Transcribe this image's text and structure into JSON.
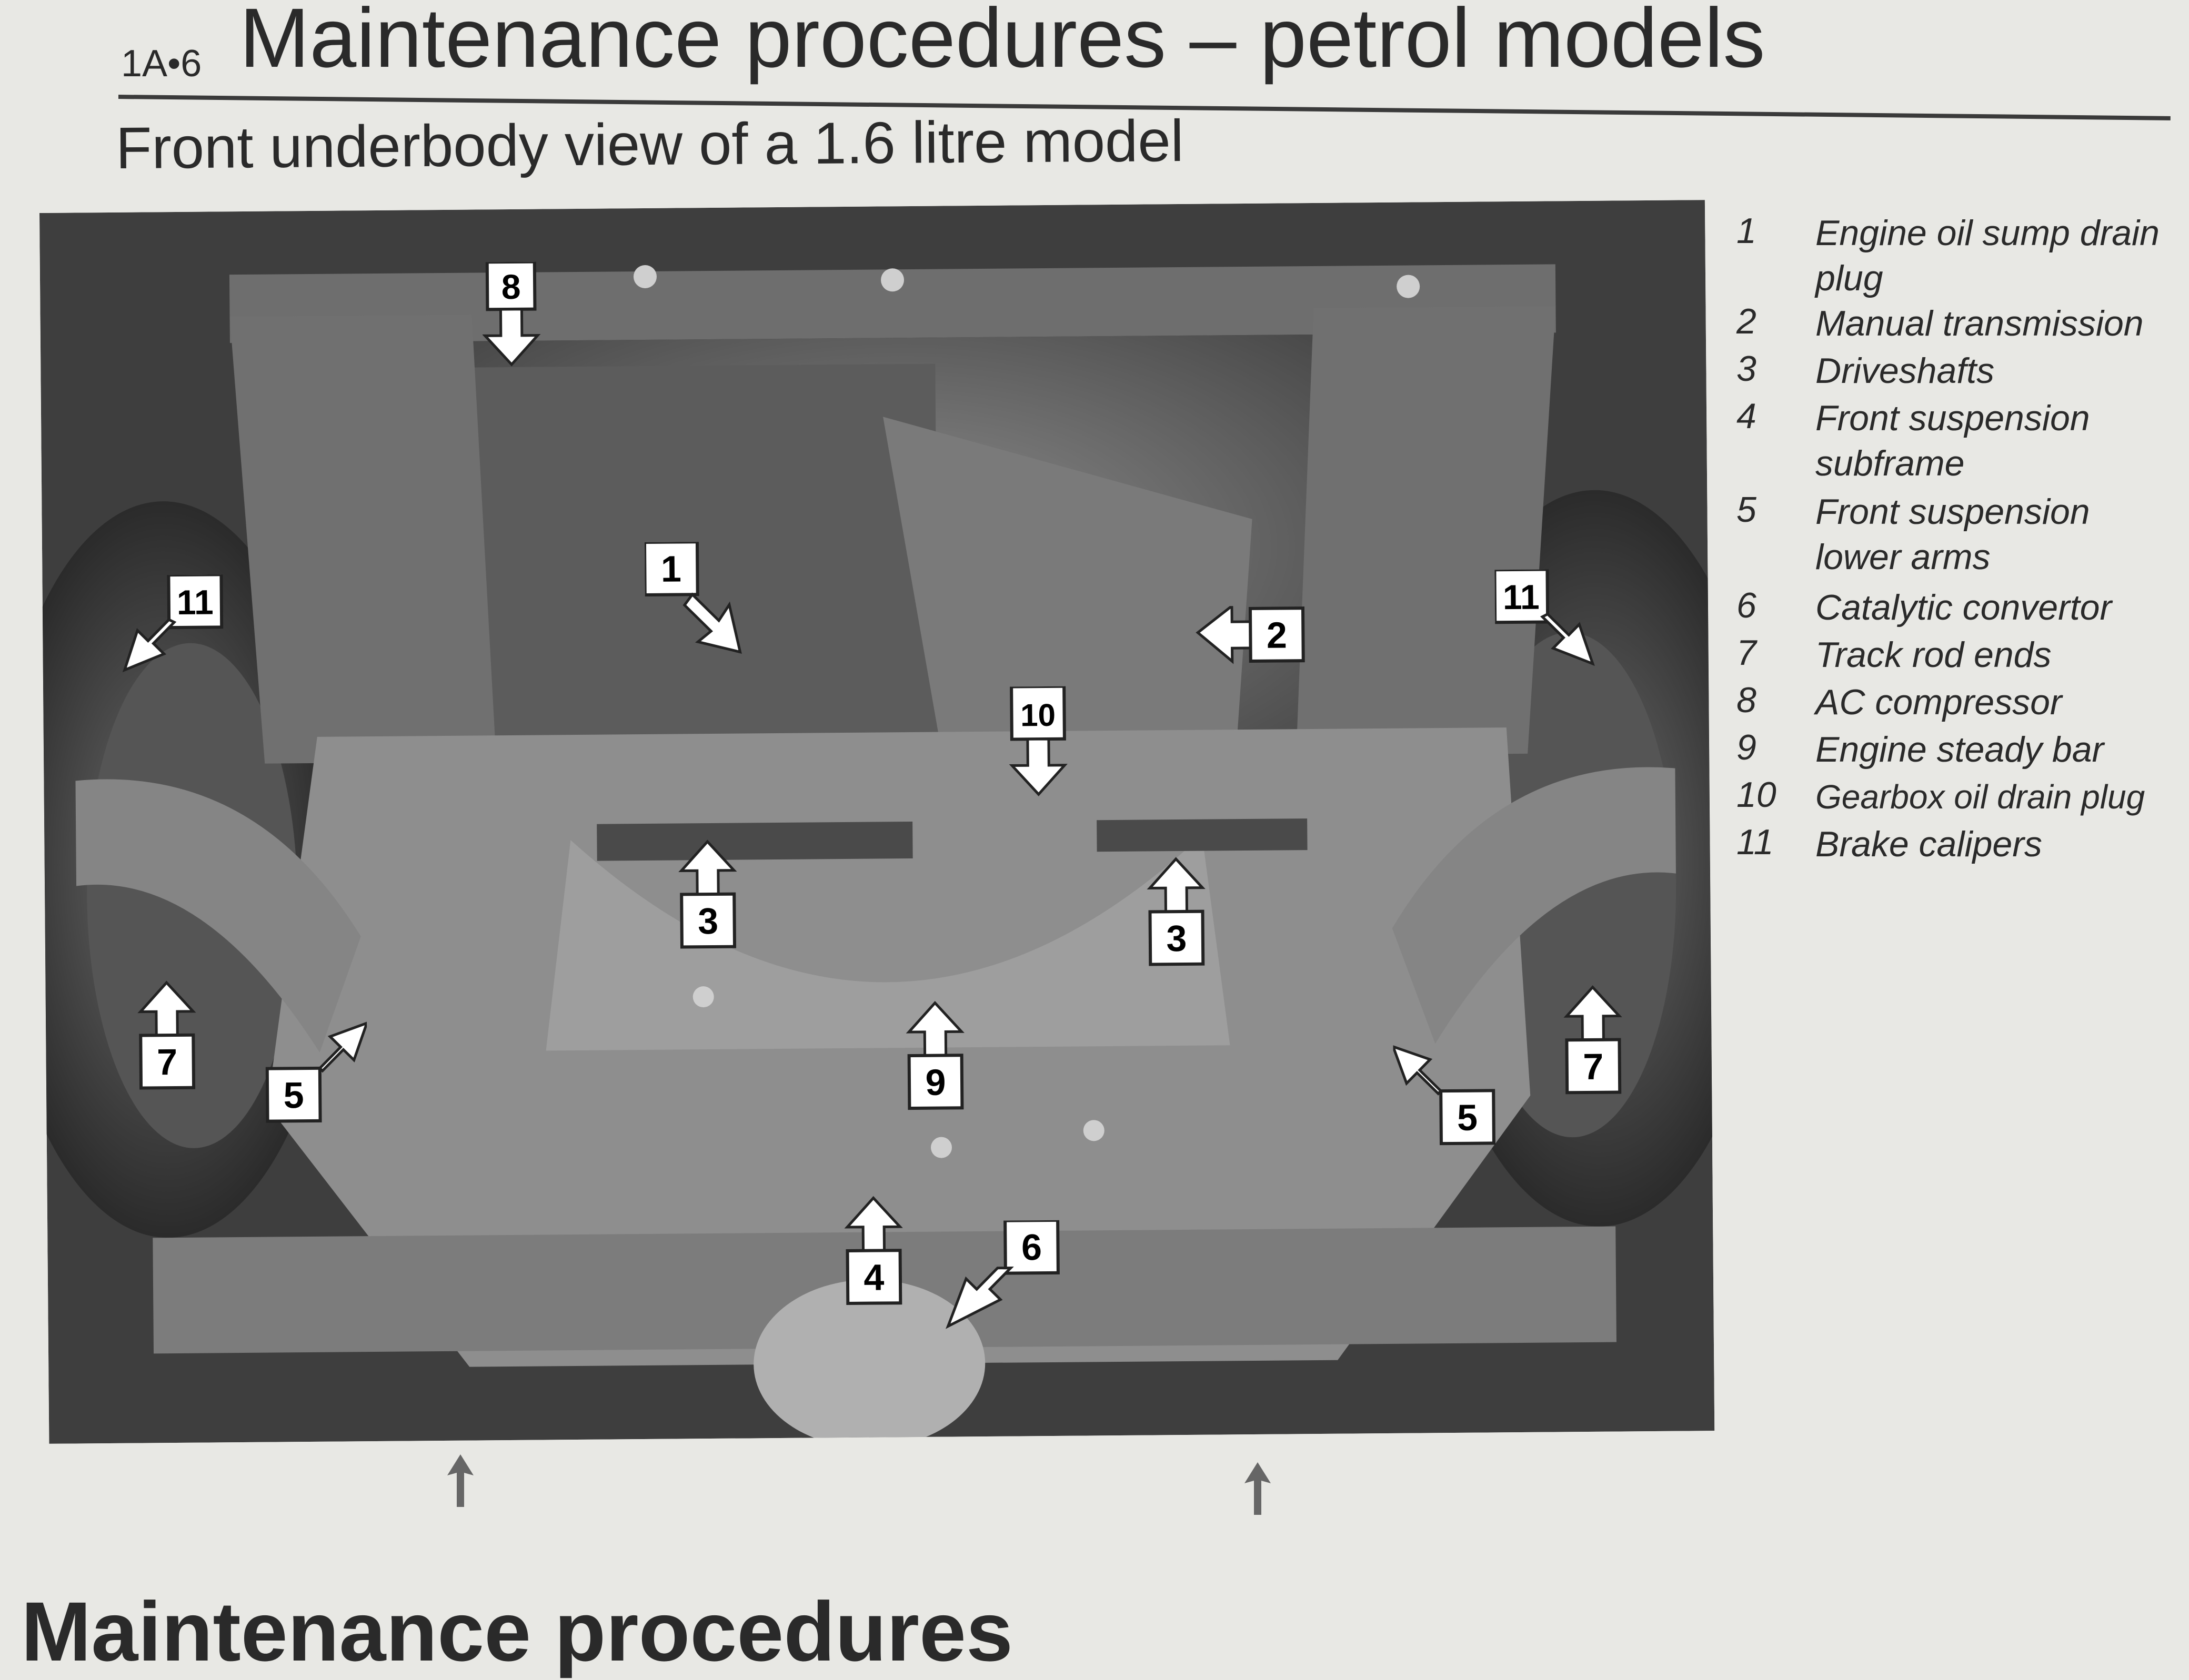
{
  "header": {
    "page_number": "1A•6",
    "section_title": "Maintenance procedures – petrol models"
  },
  "figure": {
    "title": "Front underbody view of a 1.6 litre model",
    "callouts": [
      "8",
      "1",
      "11",
      "2",
      "11",
      "10",
      "3",
      "3",
      "7",
      "5",
      "9",
      "5",
      "7",
      "4",
      "6"
    ]
  },
  "legend": [
    {
      "num": "1",
      "text": "Engine oil sump drain plug"
    },
    {
      "num": "2",
      "text": "Manual transmission"
    },
    {
      "num": "3",
      "text": "Driveshafts"
    },
    {
      "num": "4",
      "text": "Front suspension subframe"
    },
    {
      "num": "5",
      "text": "Front suspension lower arms"
    },
    {
      "num": "6",
      "text": "Catalytic convertor"
    },
    {
      "num": "7",
      "text": "Track rod ends"
    },
    {
      "num": "8",
      "text": "AC compressor"
    },
    {
      "num": "9",
      "text": "Engine steady bar"
    },
    {
      "num": "10",
      "text": "Gearbox oil drain plug"
    },
    {
      "num": "11",
      "text": "Brake calipers"
    }
  ],
  "footer": {
    "heading_partial": "Maintenance procedures"
  }
}
